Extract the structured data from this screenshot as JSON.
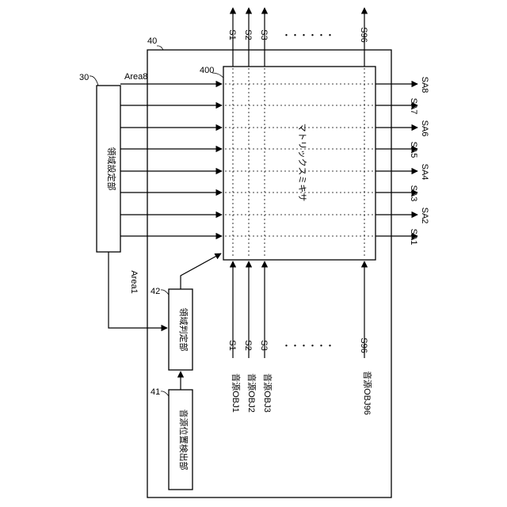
{
  "diagram": {
    "blocks": {
      "area_setting": {
        "ref": "30",
        "label": "領域設定部"
      },
      "outer_frame": {
        "ref": "40"
      },
      "matrix_mixer": {
        "ref": "400",
        "label": "マトリックスミキサ"
      },
      "area_judge": {
        "ref": "42",
        "label": "領域判定部"
      },
      "position_detect": {
        "ref": "41",
        "label": "音源位置検出部"
      }
    },
    "area_labels": {
      "top": "Area8",
      "bottom": "Area1"
    },
    "outputs_top": [
      "S1",
      "S2",
      "S3",
      "S96"
    ],
    "inputs_bottom": [
      "S1",
      "S2",
      "S3",
      "S96"
    ],
    "dots": "・・・・・・",
    "sound_objects": [
      "音源OBJ1",
      "音源OBJ2",
      "音源OBJ3",
      "音源OBJ96"
    ],
    "area_outputs": [
      "SA1",
      "SA2",
      "SA3",
      "SA4",
      "SA5",
      "SA6",
      "SA7",
      "SA8"
    ]
  }
}
